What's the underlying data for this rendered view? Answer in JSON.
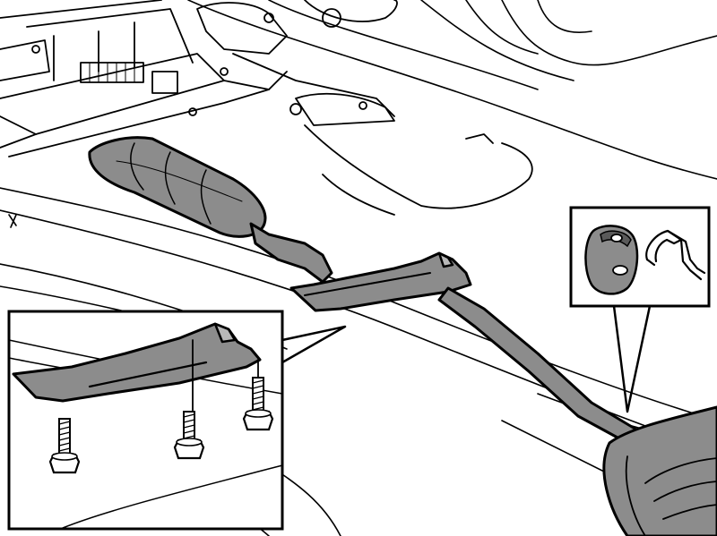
{
  "colors": {
    "ink": "#000000",
    "paper": "#ffffff",
    "part_fill": "#8c8c8c",
    "part_fill_light": "#b8b8b8",
    "part_fill_dark": "#5a5a5a"
  },
  "detail_views": [
    {
      "id": "heat-shield-detail",
      "contents": [
        "heat-shield",
        "bolt",
        "bolt",
        "bolt"
      ]
    },
    {
      "id": "hanger-detail",
      "contents": [
        "rubber-hanger-icon",
        "wire-clip-icon"
      ]
    }
  ]
}
